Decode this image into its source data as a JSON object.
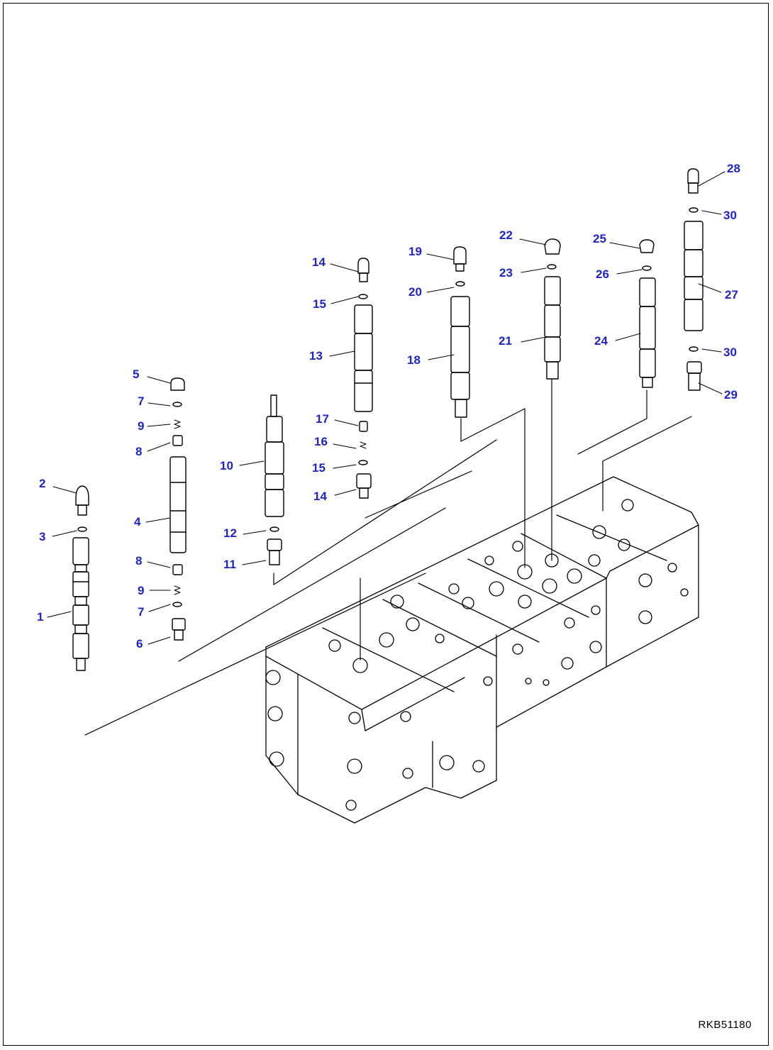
{
  "diagram": {
    "drawing_code": "RKB51180",
    "callout_color": "#1f24c8",
    "line_color": "#000000",
    "callouts": [
      {
        "id": "c28a",
        "label": "28"
      },
      {
        "id": "c30a",
        "label": "30"
      },
      {
        "id": "c22",
        "label": "22"
      },
      {
        "id": "c25",
        "label": "25"
      },
      {
        "id": "c19",
        "label": "19"
      },
      {
        "id": "c14a",
        "label": "14"
      },
      {
        "id": "c23",
        "label": "23"
      },
      {
        "id": "c26",
        "label": "26"
      },
      {
        "id": "c20",
        "label": "20"
      },
      {
        "id": "c27",
        "label": "27"
      },
      {
        "id": "c15a",
        "label": "15"
      },
      {
        "id": "c21",
        "label": "21"
      },
      {
        "id": "c24",
        "label": "24"
      },
      {
        "id": "c30b",
        "label": "30"
      },
      {
        "id": "c13",
        "label": "13"
      },
      {
        "id": "c18",
        "label": "18"
      },
      {
        "id": "c5",
        "label": "5"
      },
      {
        "id": "c29",
        "label": "29"
      },
      {
        "id": "c7a",
        "label": "7"
      },
      {
        "id": "c17",
        "label": "17"
      },
      {
        "id": "c9a",
        "label": "9"
      },
      {
        "id": "c16",
        "label": "16"
      },
      {
        "id": "c8a",
        "label": "8"
      },
      {
        "id": "c10",
        "label": "10"
      },
      {
        "id": "c15b",
        "label": "15"
      },
      {
        "id": "c2",
        "label": "2"
      },
      {
        "id": "c14b",
        "label": "14"
      },
      {
        "id": "c4",
        "label": "4"
      },
      {
        "id": "c3",
        "label": "3"
      },
      {
        "id": "c12",
        "label": "12"
      },
      {
        "id": "c8b",
        "label": "8"
      },
      {
        "id": "c11",
        "label": "11"
      },
      {
        "id": "c9b",
        "label": "9"
      },
      {
        "id": "c7b",
        "label": "7"
      },
      {
        "id": "c1",
        "label": "1"
      },
      {
        "id": "c6",
        "label": "6"
      }
    ]
  }
}
